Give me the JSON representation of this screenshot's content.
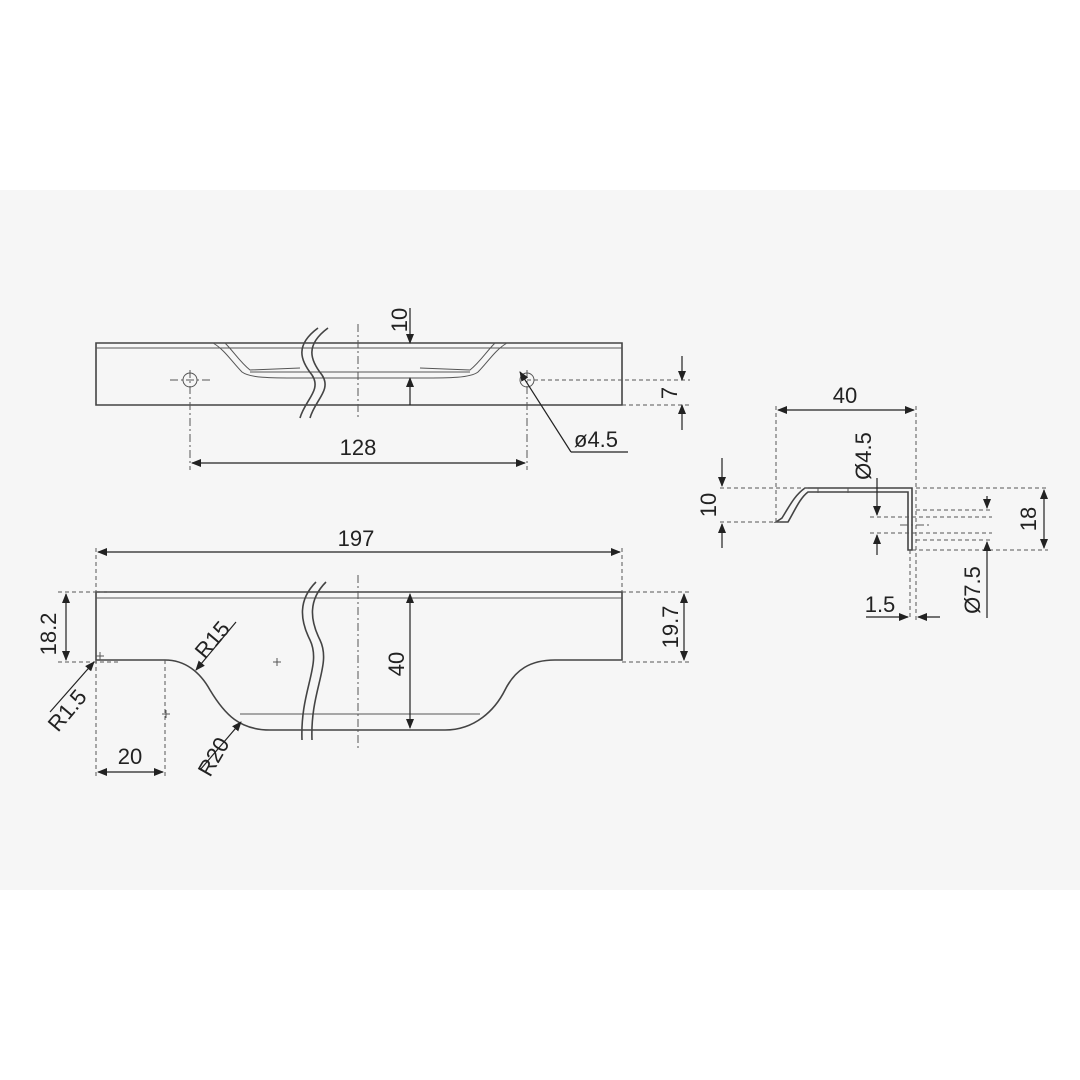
{
  "dimensions": {
    "top_view": {
      "depth_10": "10",
      "offset_7": "7",
      "hole_spacing_128": "128",
      "hole_dia_4_5": "ø4.5"
    },
    "front_view": {
      "length_197": "197",
      "width_40": "40",
      "height_18_2": "18.2",
      "height_19_7": "19.7",
      "radius_r15": "R15",
      "radius_r1_5": "R1.5",
      "radius_r20": "R20",
      "offset_20": "20"
    },
    "side_view": {
      "width_40": "40",
      "hole_dia_4_5": "Ø4.5",
      "height_10": "10",
      "height_18": "18",
      "hole_dia_7_5": "Ø7.5",
      "thickness_1_5": "1.5"
    }
  }
}
